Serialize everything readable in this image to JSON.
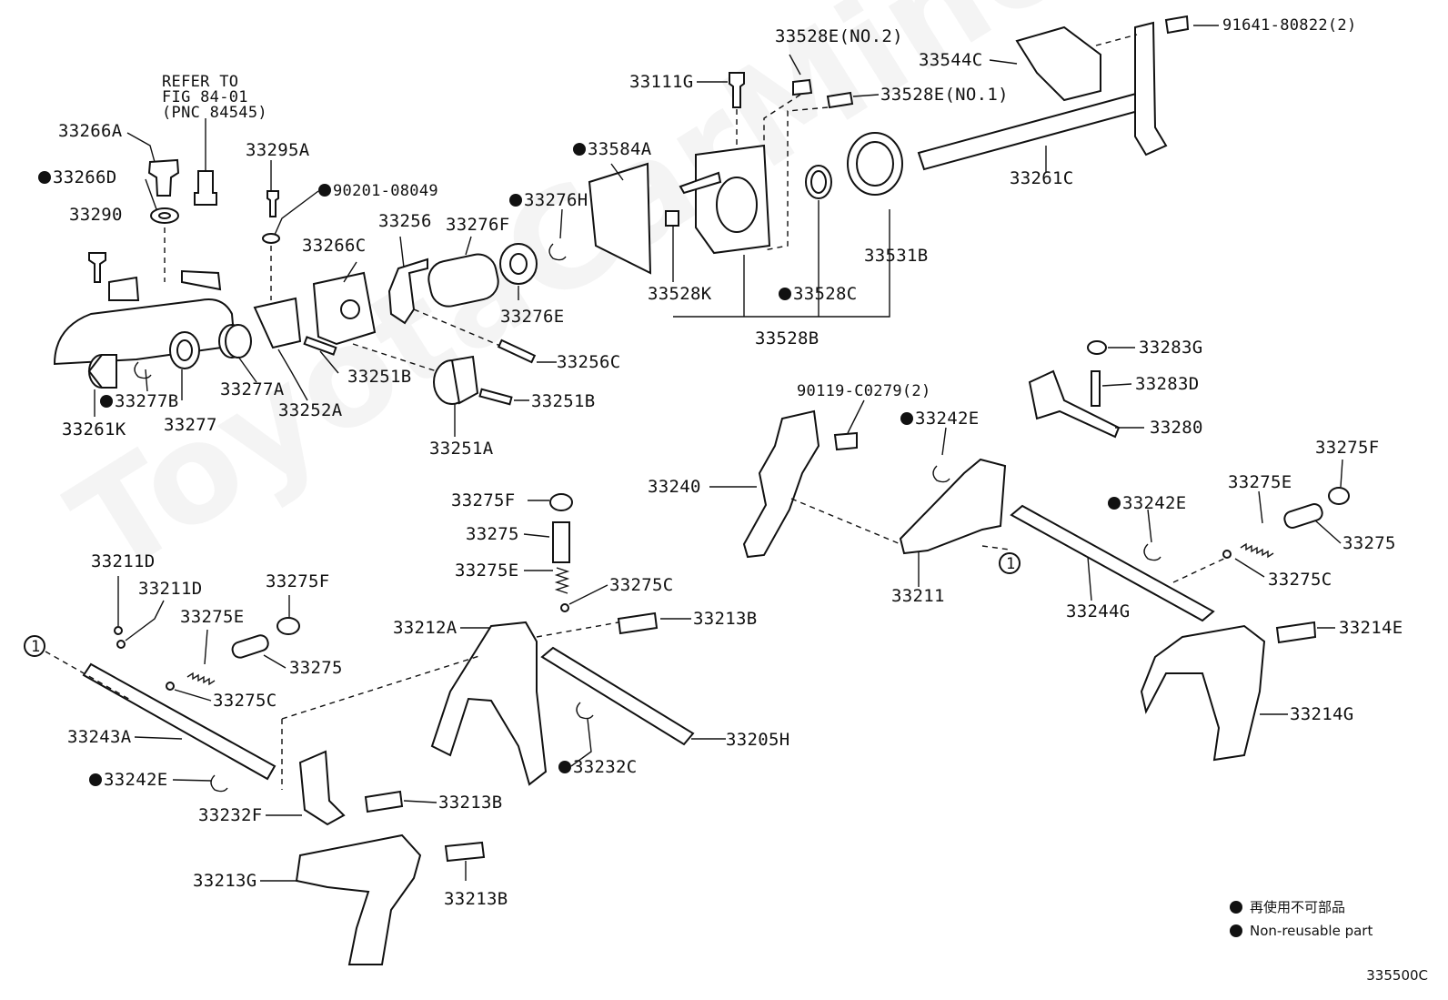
{
  "watermark": "ToyotaCarMine.ru",
  "refer_note": [
    "REFER TO",
    "FIG 84-01",
    "(PNC 84545)"
  ],
  "labels": [
    {
      "id": "33266A",
      "text": "33266A",
      "dot": false
    },
    {
      "id": "33266D",
      "text": "33266D",
      "dot": true
    },
    {
      "id": "33290",
      "text": "33290",
      "dot": false
    },
    {
      "id": "33295A",
      "text": "33295A",
      "dot": false
    },
    {
      "id": "90201-08049",
      "text": "90201-08049",
      "dot": true
    },
    {
      "id": "33266C",
      "text": "33266C",
      "dot": false
    },
    {
      "id": "33256",
      "text": "33256",
      "dot": false
    },
    {
      "id": "33276F",
      "text": "33276F",
      "dot": false
    },
    {
      "id": "33276H",
      "text": "33276H",
      "dot": true
    },
    {
      "id": "33584A",
      "text": "33584A",
      "dot": true
    },
    {
      "id": "33111G",
      "text": "33111G",
      "dot": false
    },
    {
      "id": "33528E-2",
      "text": "33528E",
      "note": "(NO.2)",
      "dot": false
    },
    {
      "id": "33528E-1",
      "text": "33528E",
      "note": "(NO.1)",
      "dot": false
    },
    {
      "id": "33544C",
      "text": "33544C",
      "dot": false
    },
    {
      "id": "91641-80822",
      "text": "91641-80822(2)",
      "dot": false
    },
    {
      "id": "33261C",
      "text": "33261C",
      "dot": false
    },
    {
      "id": "33531B",
      "text": "33531B",
      "dot": false
    },
    {
      "id": "33528K",
      "text": "33528K",
      "dot": false
    },
    {
      "id": "33528C",
      "text": "33528C",
      "dot": true
    },
    {
      "id": "33528B",
      "text": "33528B",
      "dot": false
    },
    {
      "id": "33276E",
      "text": "33276E",
      "dot": false
    },
    {
      "id": "33256C",
      "text": "33256C",
      "dot": false
    },
    {
      "id": "33251B-1",
      "text": "33251B",
      "dot": false
    },
    {
      "id": "33251B-2",
      "text": "33251B",
      "dot": false
    },
    {
      "id": "33251A",
      "text": "33251A",
      "dot": false
    },
    {
      "id": "33277A",
      "text": "33277A",
      "dot": false
    },
    {
      "id": "33252A",
      "text": "33252A",
      "dot": false
    },
    {
      "id": "33277B",
      "text": "33277B",
      "dot": true
    },
    {
      "id": "33277",
      "text": "33277",
      "dot": false
    },
    {
      "id": "33261K",
      "text": "33261K",
      "dot": false
    },
    {
      "id": "33283G",
      "text": "33283G",
      "dot": false
    },
    {
      "id": "33283D",
      "text": "33283D",
      "dot": false
    },
    {
      "id": "33280",
      "text": "33280",
      "dot": false
    },
    {
      "id": "90119-C0279",
      "text": "90119-C0279(2)",
      "dot": false
    },
    {
      "id": "33242E-1",
      "text": "33242E",
      "dot": true
    },
    {
      "id": "33240",
      "text": "33240",
      "dot": false
    },
    {
      "id": "33242E-2",
      "text": "33242E",
      "dot": true
    },
    {
      "id": "33275F-1",
      "text": "33275F",
      "dot": false
    },
    {
      "id": "33275E-1",
      "text": "33275E",
      "dot": false
    },
    {
      "id": "33275-1",
      "text": "33275",
      "dot": false
    },
    {
      "id": "33275C-1",
      "text": "33275C",
      "dot": false
    },
    {
      "id": "33211",
      "text": "33211",
      "dot": false
    },
    {
      "id": "33244G",
      "text": "33244G",
      "dot": false
    },
    {
      "id": "33275F-2",
      "text": "33275F",
      "dot": false
    },
    {
      "id": "33275-2",
      "text": "33275",
      "dot": false
    },
    {
      "id": "33275E-2",
      "text": "33275E",
      "dot": false
    },
    {
      "id": "33275C-2",
      "text": "33275C",
      "dot": false
    },
    {
      "id": "33213B-1",
      "text": "33213B",
      "dot": false
    },
    {
      "id": "33212A",
      "text": "33212A",
      "dot": false
    },
    {
      "id": "33214E",
      "text": "33214E",
      "dot": false
    },
    {
      "id": "33214G",
      "text": "33214G",
      "dot": false
    },
    {
      "id": "33211D-1",
      "text": "33211D",
      "dot": false
    },
    {
      "id": "33211D-2",
      "text": "33211D",
      "dot": false
    },
    {
      "id": "33275F-3",
      "text": "33275F",
      "dot": false
    },
    {
      "id": "33275E-3",
      "text": "33275E",
      "dot": false
    },
    {
      "id": "33275-3",
      "text": "33275",
      "dot": false
    },
    {
      "id": "33275C-3",
      "text": "33275C",
      "dot": false
    },
    {
      "id": "33243A",
      "text": "33243A",
      "dot": false
    },
    {
      "id": "33242E-3",
      "text": "33242E",
      "dot": true
    },
    {
      "id": "33232F",
      "text": "33232F",
      "dot": false
    },
    {
      "id": "33213B-2",
      "text": "33213B",
      "dot": false
    },
    {
      "id": "33232C",
      "text": "33232C",
      "dot": true
    },
    {
      "id": "33205H",
      "text": "33205H",
      "dot": false
    },
    {
      "id": "33213G",
      "text": "33213G",
      "dot": false
    },
    {
      "id": "33213B-3",
      "text": "33213B",
      "dot": false
    }
  ],
  "callout_marker": "1",
  "legend": {
    "jp": "再使用不可部品",
    "en": "Non-reusable part"
  },
  "figure_code": "335500C"
}
